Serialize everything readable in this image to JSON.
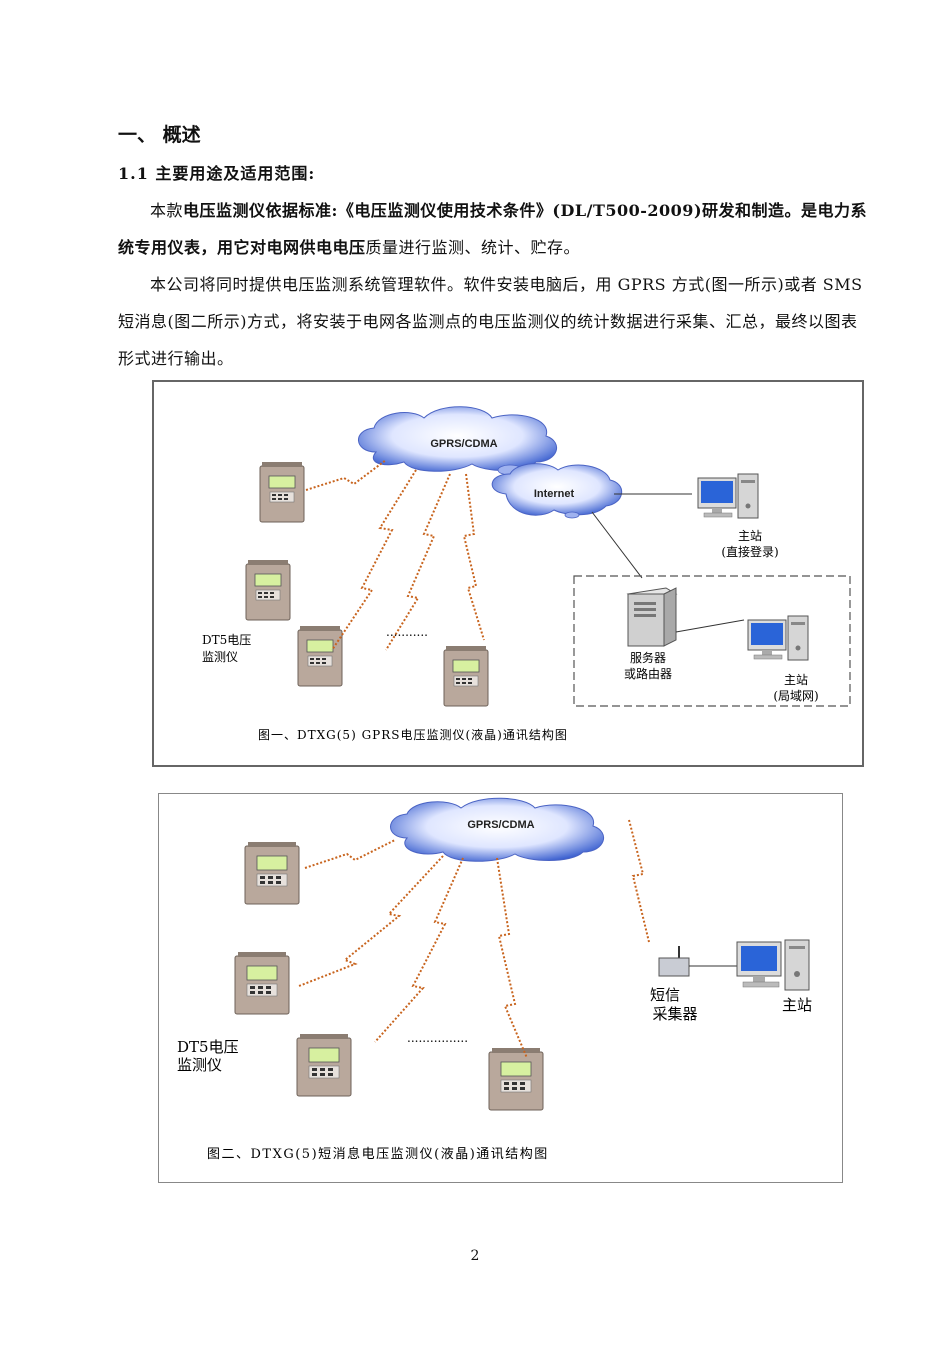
{
  "section": {
    "title": "一、 概述",
    "subtitle": "1.1 主要用途及适用范围:"
  },
  "paragraph1": {
    "lead": "本款",
    "bold_a": "电压监测仪依据标准:《电压监测仪使用技术条件》(DL/T500-2009)研发和制造。是电力系统专用仪表，用它对电网供电电压",
    "tail": "质量进行监测、统计、贮存。"
  },
  "paragraph2": {
    "text": "本公司将同时提供电压监测系统管理软件。软件安装电脑后，用 GPRS 方式(图一所示)或者 SMS 短消息(图二所示)方式，将安装于电网各监测点的电压监测仪的统计数据进行采集、汇总，最终以图表形式进行输出。"
  },
  "figure1": {
    "cloud_label": "GPRS/CDMA",
    "internet_label": "Internet",
    "device_label_line1": "DT5电压",
    "device_label_line2": "监测仪",
    "ellipsis": "...........",
    "master_direct_line1": "主站",
    "master_direct_line2": "(直接登录)",
    "server_line1": "服务器",
    "server_line2": "或路由器",
    "master_lan_line1": "主站",
    "master_lan_line2": "(局域网)",
    "caption": "图一、DTXG(5) GPRS电压监测仪(液晶)通讯结构图"
  },
  "figure2": {
    "cloud_label": "GPRS/CDMA",
    "device_label_line1": "DT5电压",
    "device_label_line2": "监测仪",
    "ellipsis": "................",
    "collector_line1": "短信",
    "collector_line2": "采集器",
    "master_label": "主站",
    "caption": "图二、DTXG(5)短消息电压监测仪(液晶)通讯结构图"
  },
  "page_number": "2",
  "colors": {
    "cloud": "#3a5fcf",
    "cloud_light": "#e6ecff",
    "link_dots": "#c8641e",
    "device_body": "#b9a89c",
    "screen": "#d7f0a0"
  }
}
